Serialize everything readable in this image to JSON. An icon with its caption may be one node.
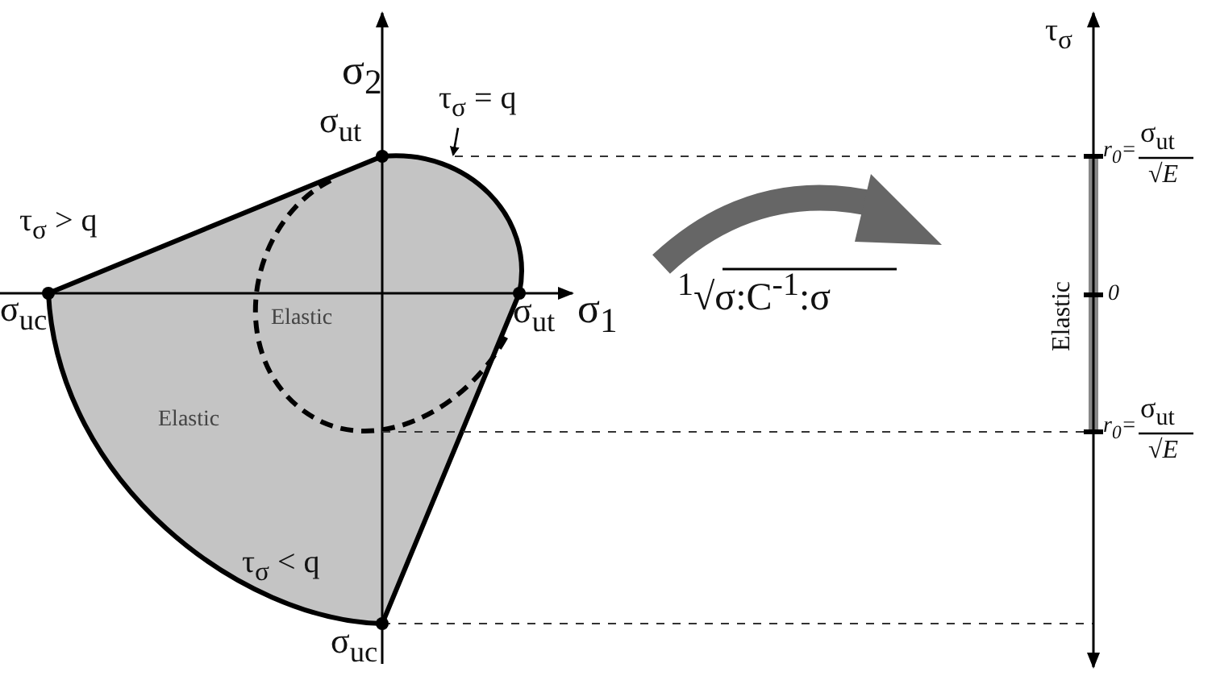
{
  "diagram": {
    "nodes": [
      {
        "text": [
          "τ$_{σ}$ = q"
        ]
      },
      {
        "text": [],
        "shape": "region"
      }
    ],
    "edges": [
      {
        "from": 0,
        "to": 1,
        "arrow": "to"
      }
    ],
    "labels": [
      "σ$_{2}$",
      "τ$_{σ}$",
      "σ$_{ut}$",
      "τ$_{σ}$ > q",
      "r$_{0}$=",
      "σ$_{ut}$",
      "√E",
      "σ$_{uc}$",
      "Elastic",
      "σ$_{ut}$",
      "σ$_{1}$",
      "$^{1}$√σ:C$^{-1}$:σ",
      "Elastic",
      "0",
      "Elastic",
      "r$_{0}$=",
      "σ$_{ut}$",
      "√E",
      "τ$_{σ}$ < q",
      "σ$_{uc}$"
    ]
  }
}
